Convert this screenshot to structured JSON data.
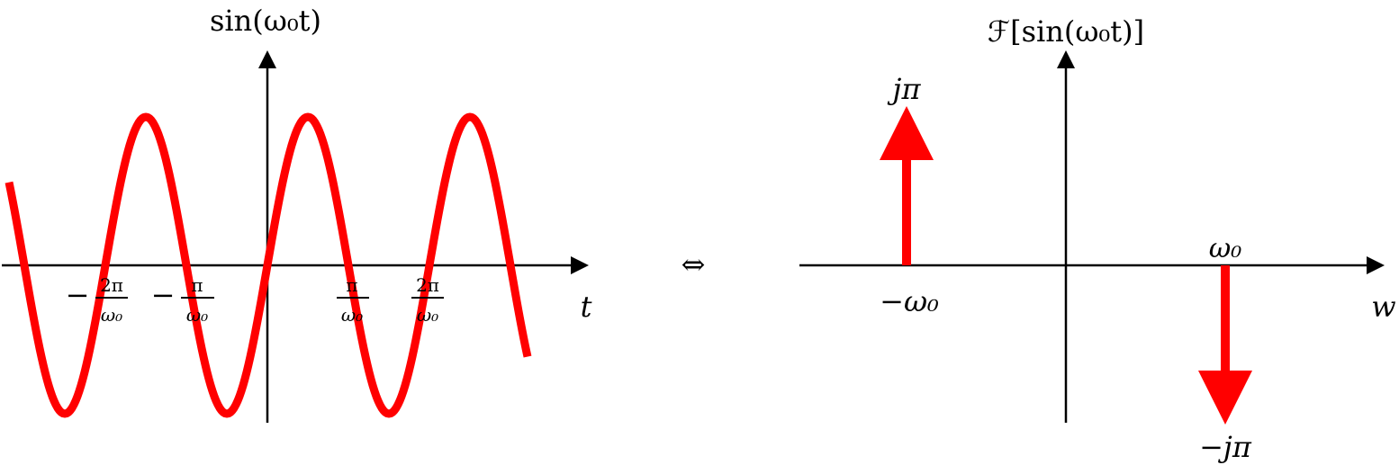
{
  "left_plot": {
    "title": "sin(ω₀t)",
    "x_axis_label": "t",
    "ticks": [
      {
        "num": "2π",
        "den": "ω₀",
        "sign": "−"
      },
      {
        "num": "π",
        "den": "ω₀",
        "sign": "−"
      },
      {
        "num": "π",
        "den": "ω₀",
        "sign": ""
      },
      {
        "num": "2π",
        "den": "ω₀",
        "sign": ""
      }
    ],
    "curve_color": "#ff0000"
  },
  "equivalence_symbol": "⇔",
  "right_plot": {
    "title": "ℱ[sin(ω₀t)]",
    "x_axis_label": "w",
    "impulses": [
      {
        "position_label": "−ω₀",
        "amplitude_label": "jπ",
        "direction": "up"
      },
      {
        "position_label": "ω₀",
        "amplitude_label": "−jπ",
        "direction": "down"
      }
    ],
    "impulse_color": "#ff0000"
  }
}
